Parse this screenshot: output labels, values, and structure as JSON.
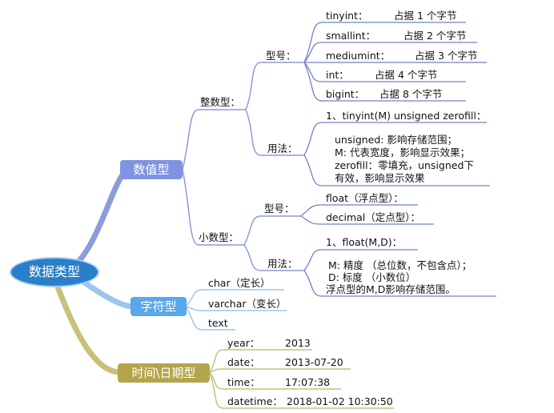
{
  "root": "数据类型",
  "numeric": {
    "label": "数值型",
    "integer": {
      "label": "整数型：",
      "types_label": "型号：",
      "types": [
        {
          "name": "tinyint：",
          "desc": "占据 1 个字节"
        },
        {
          "name": "smallint：",
          "desc": "占据 2 个字节"
        },
        {
          "name": "mediumint：",
          "desc": "占据 3 个字节"
        },
        {
          "name": "int：",
          "desc": "占据 4 个字节"
        },
        {
          "name": "bigint：",
          "desc": "占据 8 个字节"
        }
      ],
      "usage_label": "用法：",
      "usage_syntax": "1、tinyint(M) unsigned zerofill：",
      "usage_notes": [
        "unsigned: 影响存储范围；",
        "M: 代表宽度，影响显示效果；",
        "zerofill：零填充，unsigned下",
        "有效，影响显示效果"
      ]
    },
    "decimal": {
      "label": "小数型：",
      "types_label": "型号：",
      "types": [
        "float（浮点型）：",
        "decimal（定点型）："
      ],
      "usage_label": "用法：",
      "usage_syntax": "1、float(M,D)：",
      "usage_notes": [
        "M: 精度 （总位数，不包含点）；",
        "D: 标度 （小数位）",
        "浮点型的M,D影响存储范围。"
      ]
    }
  },
  "string": {
    "label": "字符型",
    "items": [
      "char（定长）",
      "varchar（变长）",
      "text"
    ]
  },
  "datetime": {
    "label": "时间\\日期型",
    "items": [
      {
        "name": "year：",
        "example": "2013"
      },
      {
        "name": "date：",
        "example": "2013-07-20"
      },
      {
        "name": "time：",
        "example": "17:07:38"
      },
      {
        "name": "datetime：",
        "example": "2018-01-02 10:30:50"
      }
    ]
  },
  "colors": {
    "root_fill": "#2a7fc9",
    "numeric_branch": "#8b9cd8",
    "numeric_node": "#7f93e0",
    "string_branch": "#9cc6ec",
    "string_node": "#5aa7ea",
    "datetime_branch": "#c9c07a",
    "datetime_node": "#b3a64a",
    "leaf_line": "#6f82c4"
  }
}
